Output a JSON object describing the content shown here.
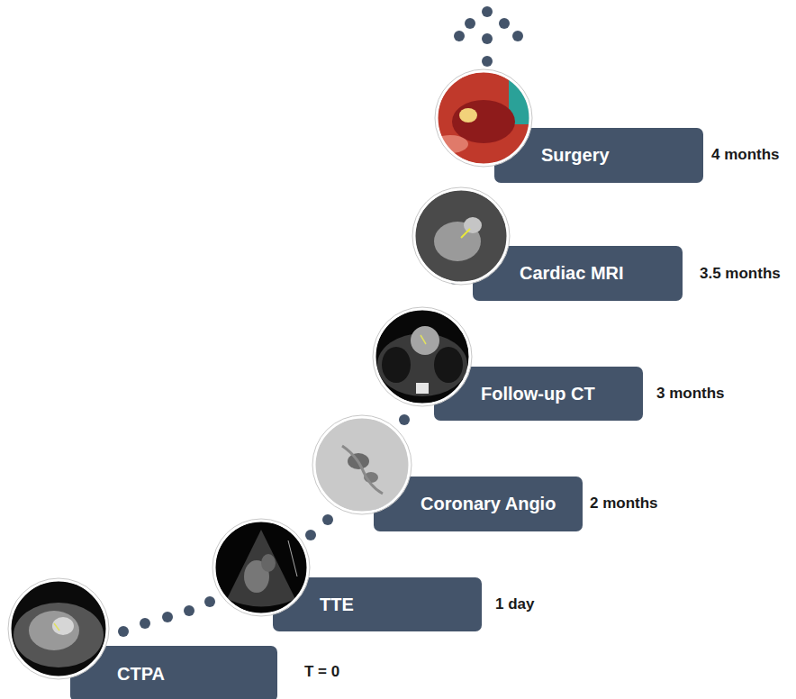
{
  "diagram": {
    "nodes": [
      {
        "text": [
          "CTPA"
        ]
      },
      {
        "text": [
          "TTE"
        ]
      },
      {
        "text": [
          "Coronary Angio"
        ]
      },
      {
        "text": [
          "Follow-up CT"
        ]
      },
      {
        "text": [
          "Cardiac MRI"
        ]
      },
      {
        "text": [
          "Surgery"
        ]
      }
    ],
    "labels": [
      "T = 0",
      "1 day",
      "2 months",
      "3 months",
      "3.5 months",
      "4 months"
    ]
  }
}
